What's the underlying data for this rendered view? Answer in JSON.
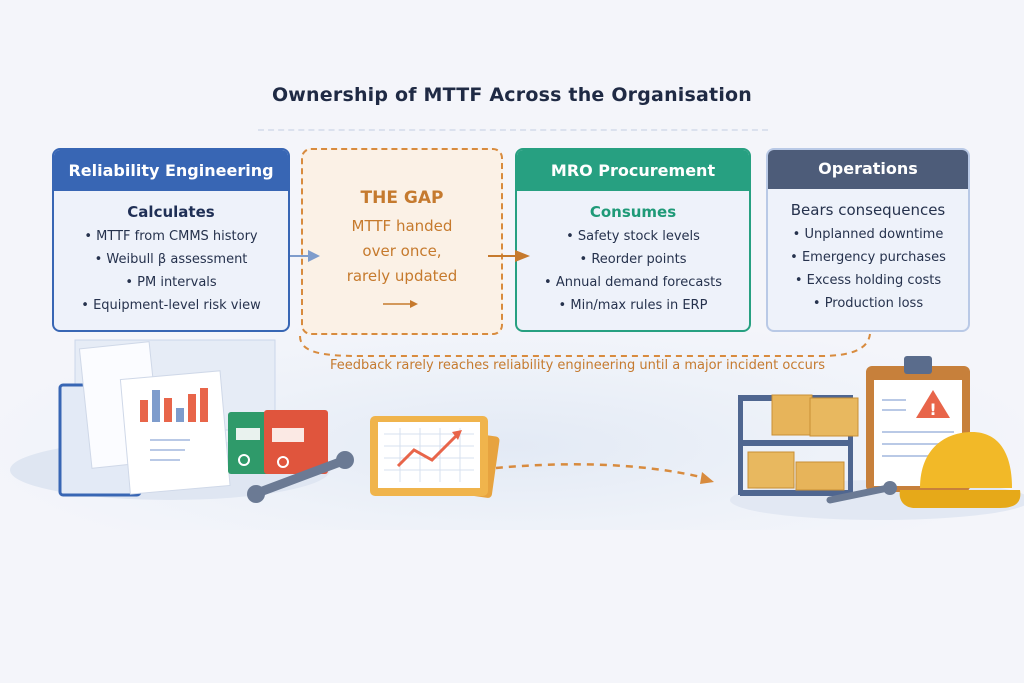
{
  "title": "Ownership of MTTF Across the Organisation",
  "cards": {
    "reliability": {
      "header": "Reliability Engineering",
      "subheading": "Calculates",
      "items": [
        "MTTF from CMMS history",
        "Weibull β assessment",
        "PM intervals",
        "Equipment-level risk view"
      ]
    },
    "gap": {
      "title": "THE GAP",
      "body_line1": "MTTF handed",
      "body_line2": "over once,",
      "body_line3": "rarely updated"
    },
    "mro": {
      "header": "MRO Procurement",
      "subheading": "Consumes",
      "items": [
        "Safety stock levels",
        "Reorder points",
        "Annual demand forecasts",
        "Min/max rules in ERP"
      ]
    },
    "operations": {
      "header": "Operations",
      "subheading": "Bears consequences",
      "items": [
        "Unplanned downtime",
        "Emergency purchases",
        "Excess holding costs",
        "Production loss"
      ]
    }
  },
  "feedback_note": "Feedback rarely reaches reliability engineering until a major incident occurs",
  "illustrations": {
    "left": "reports-binders-wrench",
    "center": "trend-chart-tablet",
    "right": "shelf-boxes-clipboard-warning-hardhat"
  },
  "colors": {
    "reliability": "#3866b4",
    "mro": "#27a081",
    "operations": "#4d5c79",
    "gap": "#d88b3e"
  }
}
